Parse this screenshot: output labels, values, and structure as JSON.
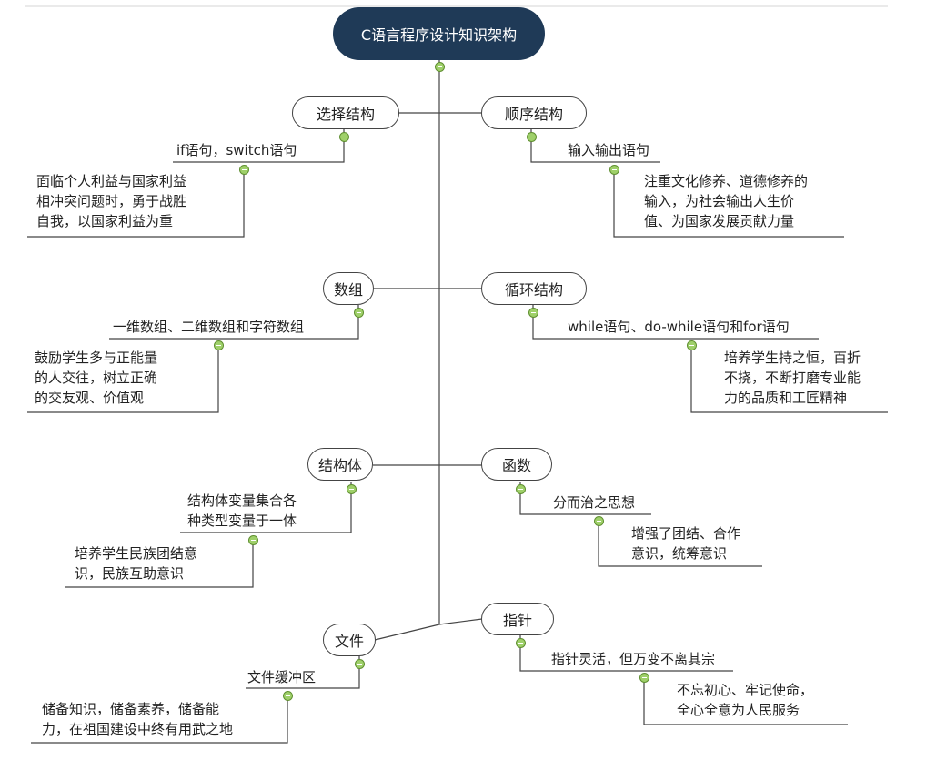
{
  "root": {
    "label": "C语言程序设计知识架构"
  },
  "left": [
    {
      "topic": "选择结构",
      "l2": "if语句，switch语句",
      "l3": [
        "面临个人利益与国家利益",
        "相冲突问题时，勇于战胜",
        "自我，以国家利益为重"
      ]
    },
    {
      "topic": "数组",
      "l2": "一维数组、二维数组和字符数组",
      "l3": [
        "鼓励学生多与正能量",
        "的人交往，树立正确",
        "的交友观、价值观"
      ]
    },
    {
      "topic": "结构体",
      "l2": [
        "结构体变量集合各",
        "种类型变量于一体"
      ],
      "l3": [
        "培养学生民族团结意",
        "识，民族互助意识"
      ]
    },
    {
      "topic": "文件",
      "l2": "文件缓冲区",
      "l3": [
        "储备知识，储备素养，储备能",
        "力，在祖国建设中终有用武之地"
      ]
    }
  ],
  "right": [
    {
      "topic": "顺序结构",
      "l2": "输入输出语句",
      "l3": [
        "注重文化修养、道德修养的",
        "输入，为社会输出人生价",
        "值、为国家发展贡献力量"
      ]
    },
    {
      "topic": "循环结构",
      "l2": "while语句、do-while语句和for语句",
      "l3": [
        "培养学生持之恒，百折",
        "不挠，不断打磨专业能",
        "力的品质和工匠精神"
      ]
    },
    {
      "topic": "函数",
      "l2": "分而治之思想",
      "l3": [
        "增强了团结、合作",
        "意识，统筹意识"
      ]
    },
    {
      "topic": "指针",
      "l2": "指针灵活，但万变不离其宗",
      "l3": [
        "不忘初心、牢记使命，",
        "全心全意为人民服务"
      ]
    }
  ],
  "colors": {
    "root_fill": "#1f3a57",
    "line": "#444444",
    "toggle": "#9fd06a"
  }
}
